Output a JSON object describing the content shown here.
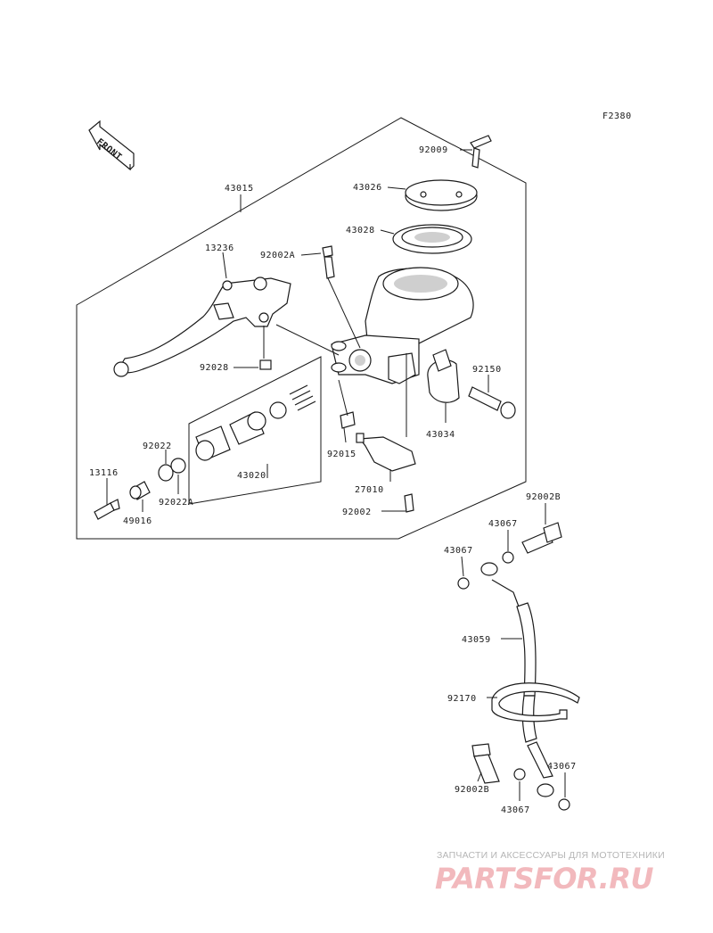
{
  "figure_code": "F2380",
  "front_label": "FRONT",
  "parts": {
    "p43015": "43015",
    "p13236": "13236",
    "p92002A": "92002A",
    "p92009": "92009",
    "p43026": "43026",
    "p43028": "43028",
    "p92028": "92028",
    "p92150": "92150",
    "p43034": "43034",
    "p92015": "92015",
    "p92022": "92022",
    "p43020": "43020",
    "p13116": "13116",
    "p92022A": "92022A",
    "p49016": "49016",
    "p27010": "27010",
    "p92002": "92002",
    "p92002B_top": "92002B",
    "p43067_a": "43067",
    "p43067_b": "43067",
    "p43059": "43059",
    "p92170": "92170",
    "p92002B_bot": "92002B",
    "p43067_c": "43067",
    "p43067_d": "43067"
  },
  "watermark": {
    "tagline": "ЗАПЧАСТИ И АКСЕССУАРЫ ДЛЯ МОТОТЕХНИКИ",
    "logo": "PARTSFOR.RU"
  }
}
